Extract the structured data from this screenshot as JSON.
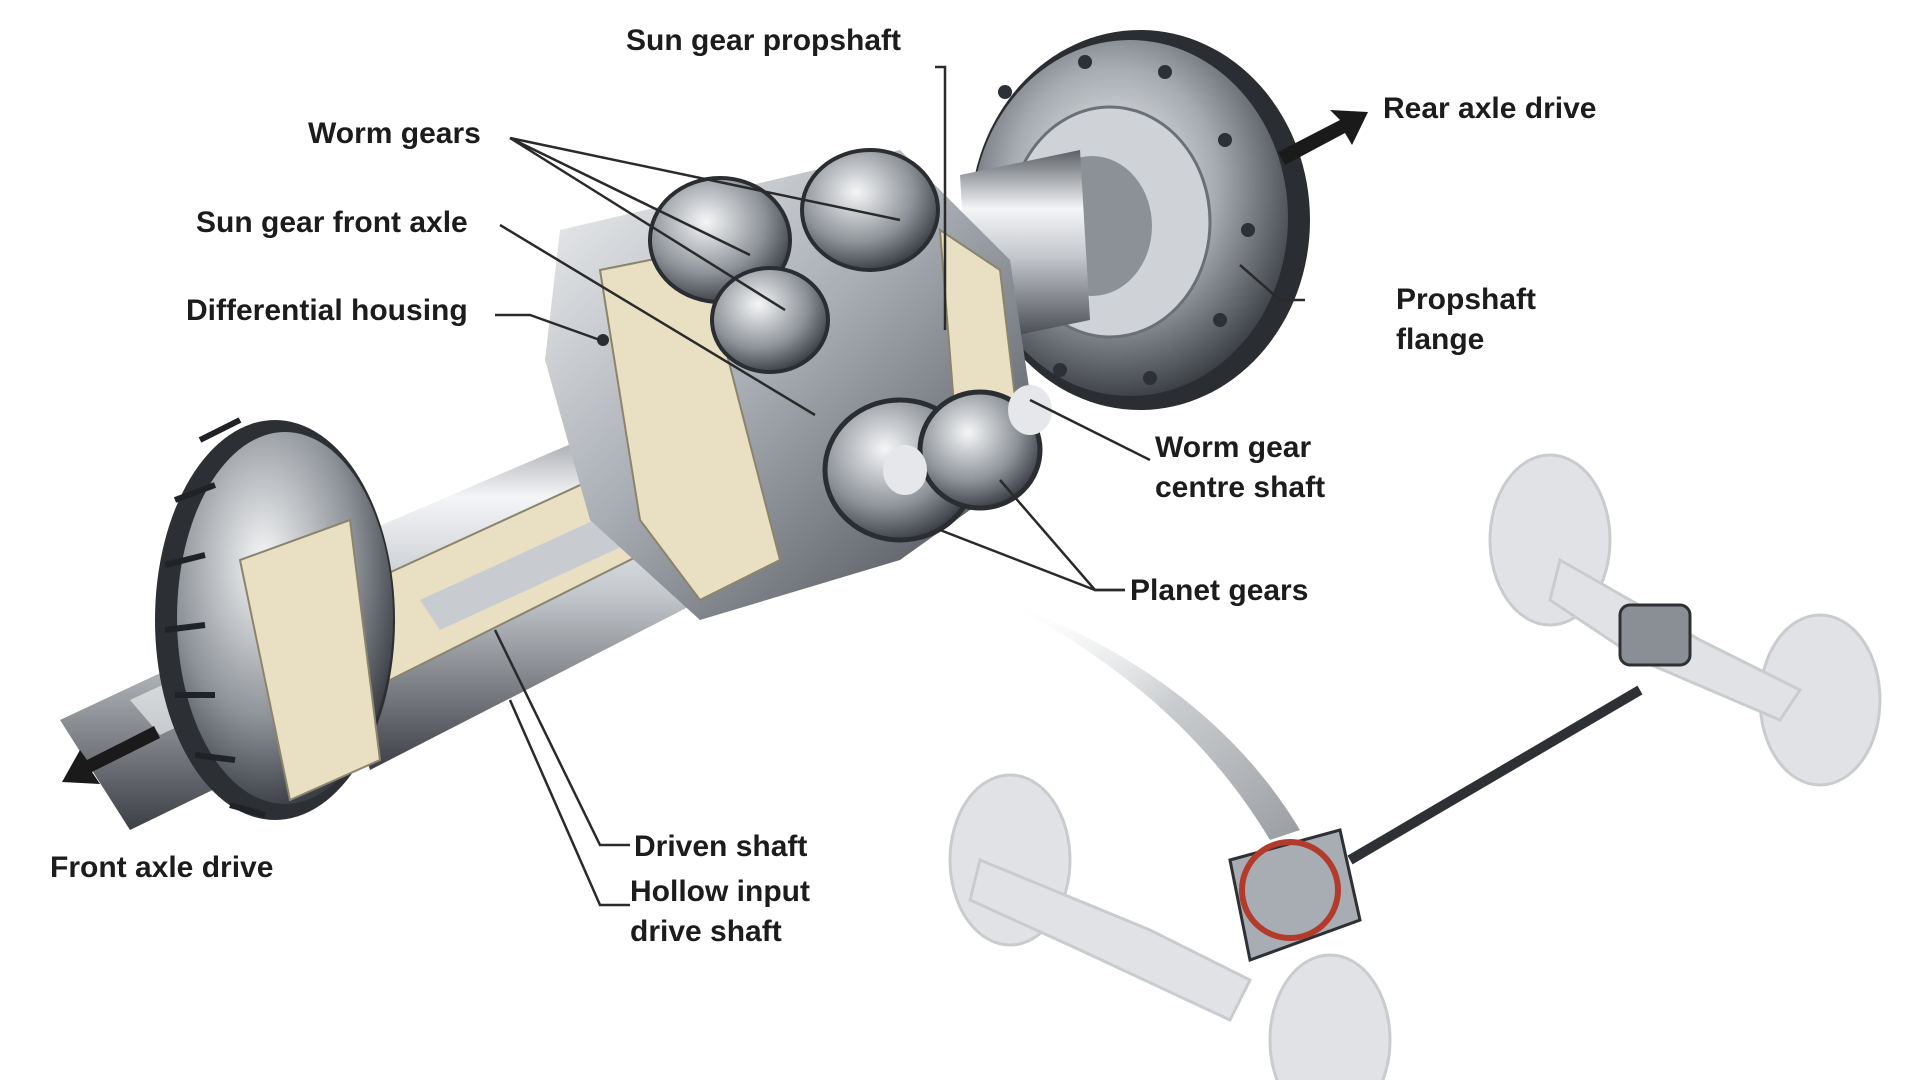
{
  "diagram": {
    "labels": {
      "sun_gear_propshaft": "Sun gear propshaft",
      "worm_gears": "Worm gears",
      "sun_gear_front_axle": "Sun gear front axle",
      "differential_housing": "Differential housing",
      "rear_axle_drive": "Rear axle drive",
      "propshaft_flange_line1": "Propshaft",
      "propshaft_flange_line2": "flange",
      "worm_gear_centre_shaft_line1": "Worm gear",
      "worm_gear_centre_shaft_line2": "centre shaft",
      "planet_gears": "Planet gears",
      "front_axle_drive": "Front axle drive",
      "driven_shaft": "Driven shaft",
      "hollow_input_drive_shaft_line1": "Hollow input",
      "hollow_input_drive_shaft_line2": "drive shaft"
    },
    "colors": {
      "label_text": "#1c1c1c",
      "leader_line": "#2a2a2a",
      "cutaway_fill": "#e9dfc3",
      "steel_light": "#e8eaed",
      "steel_mid": "#9aa0a6",
      "steel_dark": "#3b3f44",
      "highlight_circle": "#b23b2c",
      "drivetrain_ghost": "#c9ccd0"
    },
    "icons": [
      "direction-arrow-rear",
      "direction-arrow-front",
      "highlight-circle"
    ]
  }
}
